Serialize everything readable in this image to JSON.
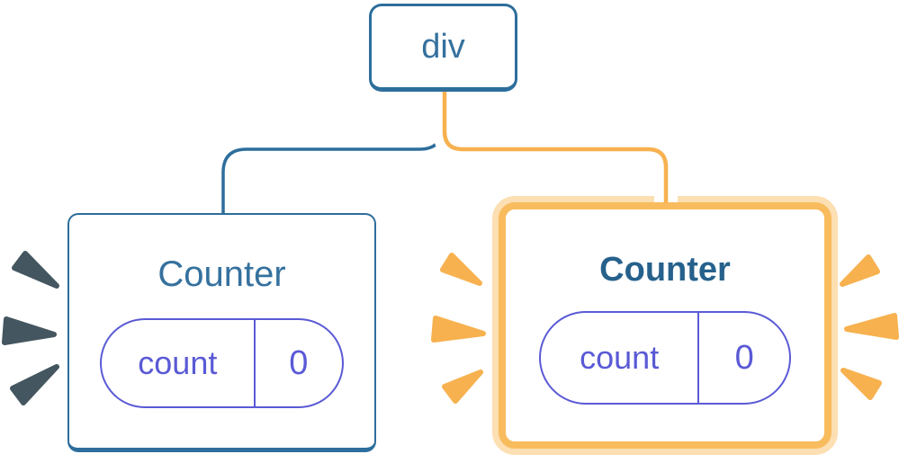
{
  "diagram": {
    "root": {
      "label": "div"
    },
    "left_counter": {
      "title": "Counter",
      "state": {
        "key": "count",
        "value": "0"
      }
    },
    "right_counter": {
      "title": "Counter",
      "state": {
        "key": "count",
        "value": "0"
      }
    }
  },
  "colors": {
    "blue": "#2D6E9C",
    "blue-text": "#35719E",
    "navy-bold": "#26618C",
    "orange": "#F7B14F",
    "orange-border": "#F8BC5E",
    "orange-halo": "#FCDFB2",
    "purple": "#5A5AD6",
    "dark-spark": "#44565F",
    "card-bg": "#FFFFFF",
    "page-bg": "#FFFFFF"
  }
}
